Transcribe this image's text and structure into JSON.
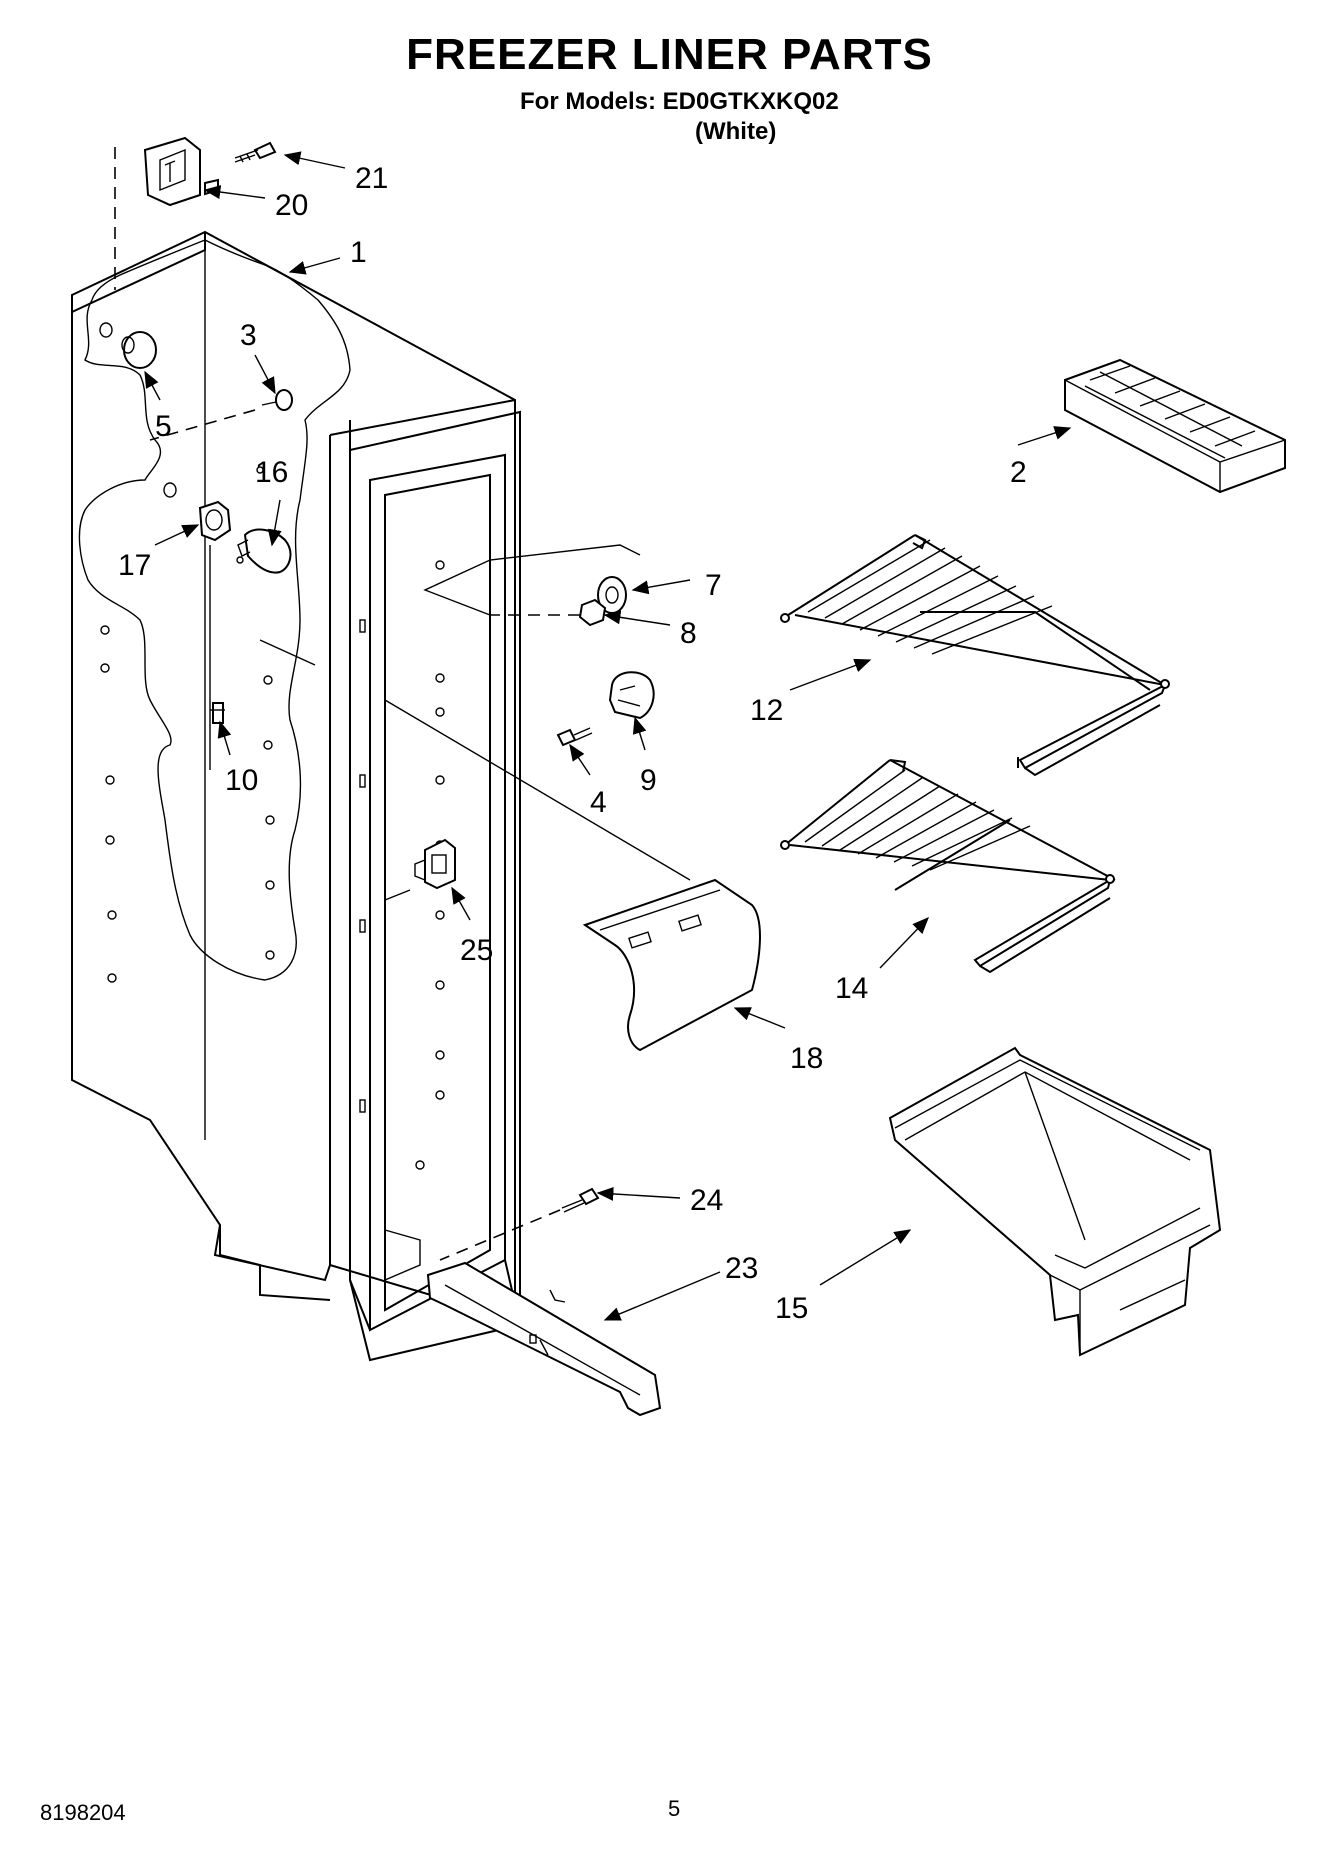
{
  "header": {
    "title": "FREEZER LINER PARTS",
    "models_line": "For Models: ED0GTKXKQ02",
    "color_line": "(White)"
  },
  "footer": {
    "doc_number": "8198204",
    "page_number": "5"
  },
  "callouts": {
    "c1": "1",
    "c2": "2",
    "c3": "3",
    "c4": "4",
    "c5": "5",
    "c7": "7",
    "c8": "8",
    "c9": "9",
    "c10": "10",
    "c12": "12",
    "c14": "14",
    "c15": "15",
    "c16": "16",
    "c17": "17",
    "c18": "18",
    "c20": "20",
    "c21": "21",
    "c23": "23",
    "c24": "24",
    "c25": "25"
  }
}
